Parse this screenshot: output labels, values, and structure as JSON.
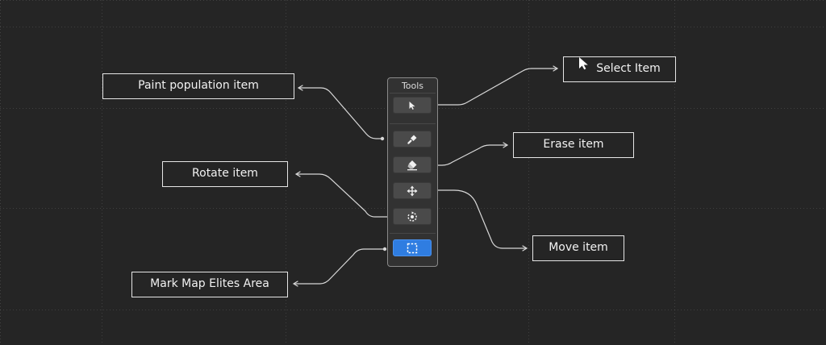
{
  "panel": {
    "title": "Tools",
    "tools": [
      {
        "id": "select",
        "icon": "cursor-icon",
        "active": false
      },
      {
        "id": "paint",
        "icon": "brush-icon",
        "active": false
      },
      {
        "id": "erase",
        "icon": "eraser-icon",
        "active": false
      },
      {
        "id": "move",
        "icon": "move-arrows-icon",
        "active": false
      },
      {
        "id": "rotate",
        "icon": "rotate-icon",
        "active": false
      },
      {
        "id": "mark-area",
        "icon": "dashed-square-icon",
        "active": true
      }
    ]
  },
  "callouts": {
    "select": "Select Item",
    "paint": "Paint population item",
    "erase": "Erase item",
    "rotate": "Rotate item",
    "move": "Move item",
    "mark_area": "Mark Map Elites Area"
  },
  "colors": {
    "background": "#252525",
    "active_tool": "#2f7de1",
    "label_border": "#e6e6e6"
  }
}
